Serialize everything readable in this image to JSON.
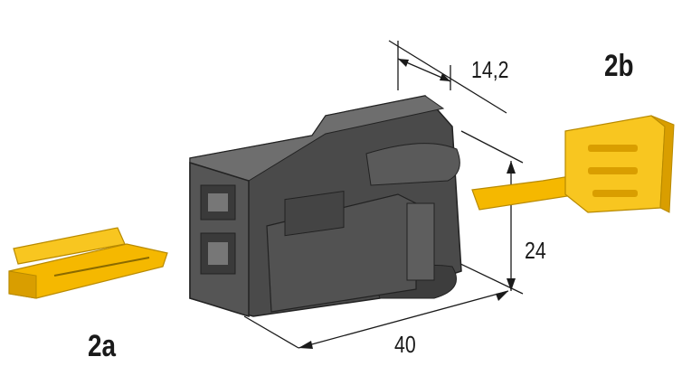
{
  "dimensions": {
    "depth": "14,2",
    "height": "24",
    "length": "40"
  },
  "parts": {
    "left": "2a",
    "right": "2b"
  },
  "colors": {
    "body": "#4a4a4a",
    "body_light": "#6b6b6b",
    "accent": "#f5b800",
    "line": "#1a1a1a"
  }
}
